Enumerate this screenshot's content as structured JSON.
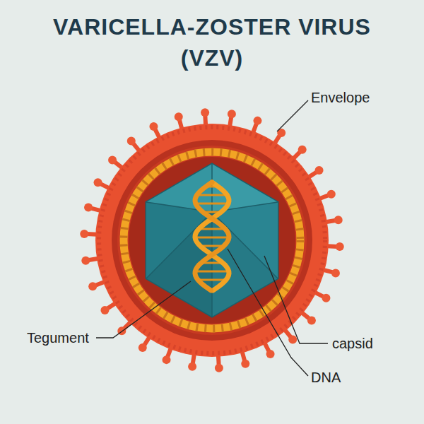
{
  "diagram": {
    "title": "VARICELLA-ZOSTER VIRUS (VZV)",
    "labels": [
      "Envelope",
      "Tegument",
      "capsid",
      "DNA"
    ]
  }
}
